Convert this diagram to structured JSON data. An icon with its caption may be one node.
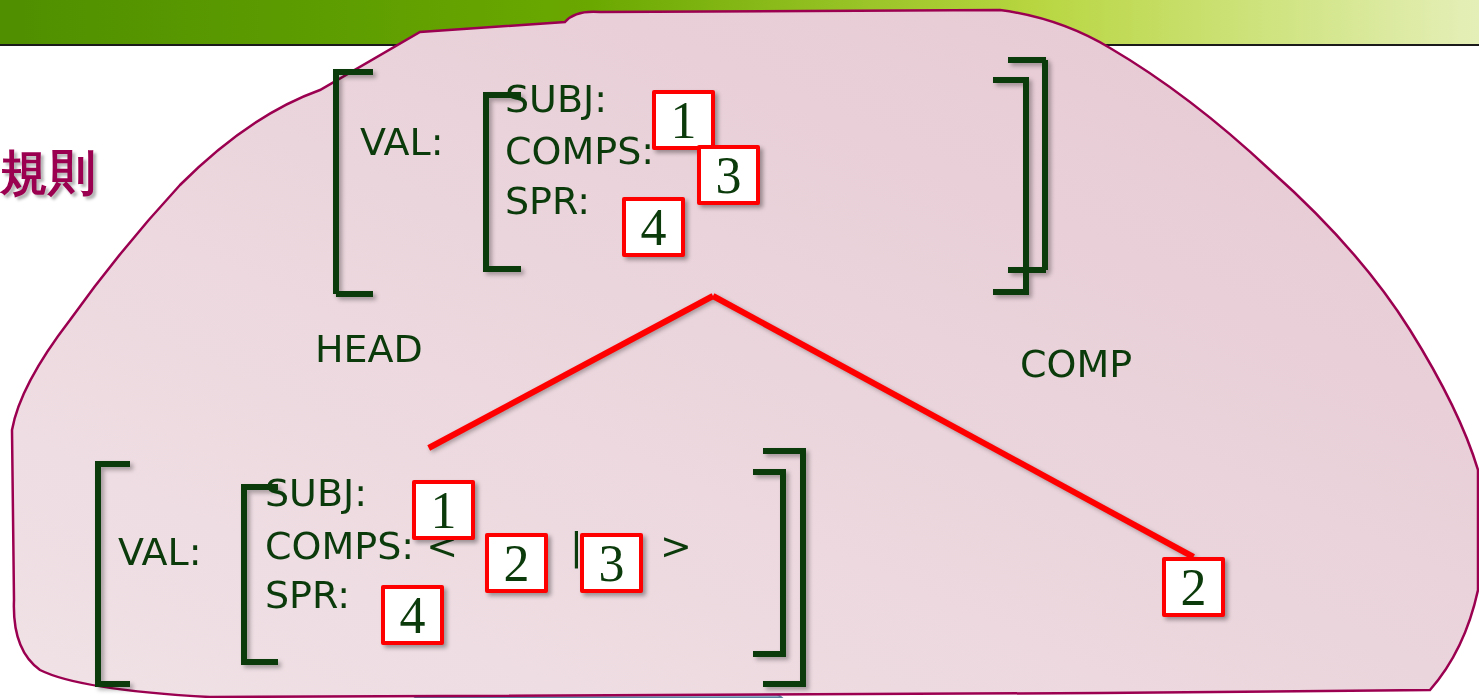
{
  "diagram": {
    "nodes": [
      {
        "text": [
          "VAL:",
          "SUBJ:",
          "COMPS:",
          "SPR:"
        ]
      },
      {
        "text": [
          "1"
        ],
        "in": 0
      },
      {
        "text": [
          "3"
        ],
        "in": 0
      },
      {
        "text": [
          "4"
        ],
        "in": 0
      },
      {
        "text": [
          "VAL:",
          "SUBJ:",
          "COMPS: <",
          "|",
          ">",
          "SPR:"
        ]
      },
      {
        "text": [
          "1"
        ],
        "in": 4
      },
      {
        "text": [
          "2"
        ],
        "in": 4
      },
      {
        "text": [
          "3"
        ],
        "in": 4
      },
      {
        "text": [
          "4"
        ],
        "in": 4
      },
      {
        "text": [
          "2"
        ]
      }
    ],
    "edges": [
      {
        "from": 0,
        "to": 4,
        "arrow": "none"
      },
      {
        "from": 0,
        "to": 9,
        "arrow": "none"
      }
    ],
    "labels": [
      "規則",
      "HEAD",
      "COMP"
    ]
  }
}
